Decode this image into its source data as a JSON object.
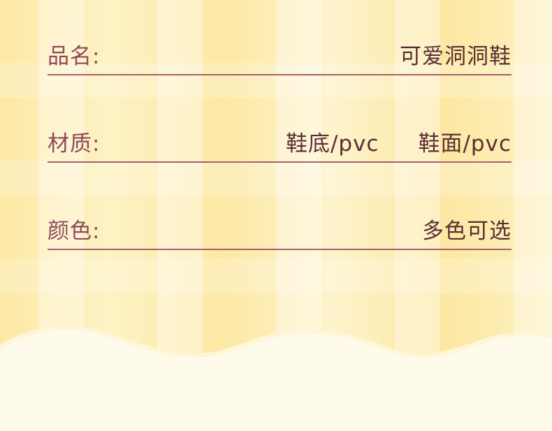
{
  "rows": [
    {
      "label": "品名:",
      "value": "可爱洞洞鞋"
    },
    {
      "label": "材质:",
      "values": [
        "鞋底/pvc",
        "鞋面/pvc"
      ]
    },
    {
      "label": "颜色:",
      "value": "多色可选"
    }
  ],
  "colors": {
    "label": "#8e4a5a",
    "value": "#5a2f34",
    "rule": "#a65f6d",
    "background": "#fcefb3",
    "wave": "#fffbea"
  }
}
